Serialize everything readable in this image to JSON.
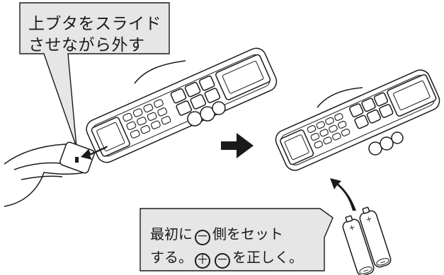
{
  "callout_slide": {
    "line1": "上ブタをスライド",
    "line2": "させながら外す"
  },
  "callout_battery": {
    "line1_pre": "最初に",
    "line1_minus": "－",
    "line1_post": "側をセット",
    "line2_pre": "する。",
    "line2_plus": "＋",
    "line2_minus": "－",
    "line2_post": "を正しく。"
  },
  "battery_labels": {
    "plus": "+",
    "minus": "−"
  },
  "colors": {
    "callout_fill": "#e6e6e6",
    "ink": "#1a1a1a",
    "arrow": "#1a1a1a"
  }
}
